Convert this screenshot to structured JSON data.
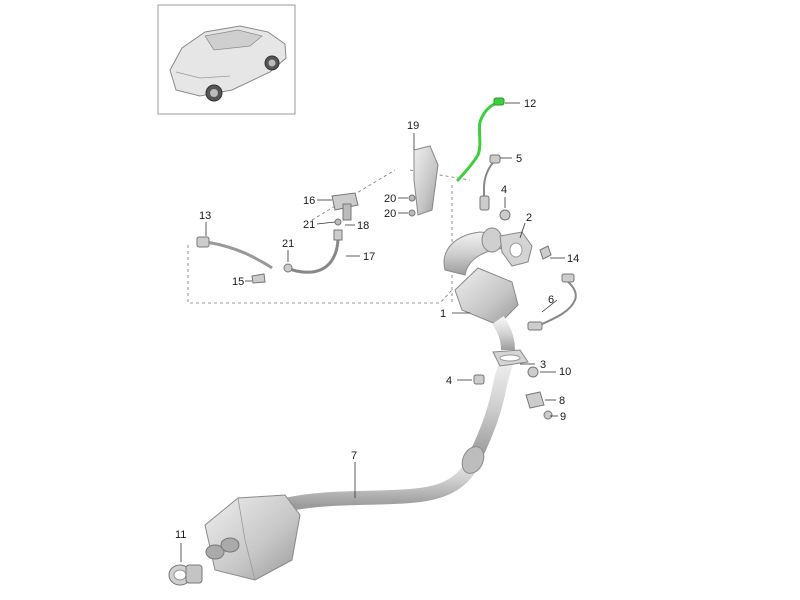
{
  "diagram": {
    "callouts": [
      {
        "id": "c1",
        "text": "1"
      },
      {
        "id": "c2",
        "text": "2"
      },
      {
        "id": "c3",
        "text": "3"
      },
      {
        "id": "c4a",
        "text": "4"
      },
      {
        "id": "c4b",
        "text": "4"
      },
      {
        "id": "c5",
        "text": "5"
      },
      {
        "id": "c6",
        "text": "6"
      },
      {
        "id": "c7",
        "text": "7"
      },
      {
        "id": "c8",
        "text": "8"
      },
      {
        "id": "c9",
        "text": "9"
      },
      {
        "id": "c10",
        "text": "10"
      },
      {
        "id": "c11",
        "text": "11"
      },
      {
        "id": "c12",
        "text": "12"
      },
      {
        "id": "c13",
        "text": "13"
      },
      {
        "id": "c14",
        "text": "14"
      },
      {
        "id": "c15",
        "text": "15"
      },
      {
        "id": "c16",
        "text": "16"
      },
      {
        "id": "c17",
        "text": "17"
      },
      {
        "id": "c18",
        "text": "18"
      },
      {
        "id": "c19",
        "text": "19"
      },
      {
        "id": "c20a",
        "text": "20"
      },
      {
        "id": "c20b",
        "text": "20"
      },
      {
        "id": "c21a",
        "text": "21"
      },
      {
        "id": "c21b",
        "text": "21"
      }
    ],
    "colors": {
      "part_fill": "#d9d9d9",
      "part_stroke": "#8a8a8a",
      "highlight": "#3ecf3e",
      "frame": "#9a9a9a"
    },
    "icons": {
      "thumbnail": "vehicle-thumbnail-icon"
    }
  }
}
